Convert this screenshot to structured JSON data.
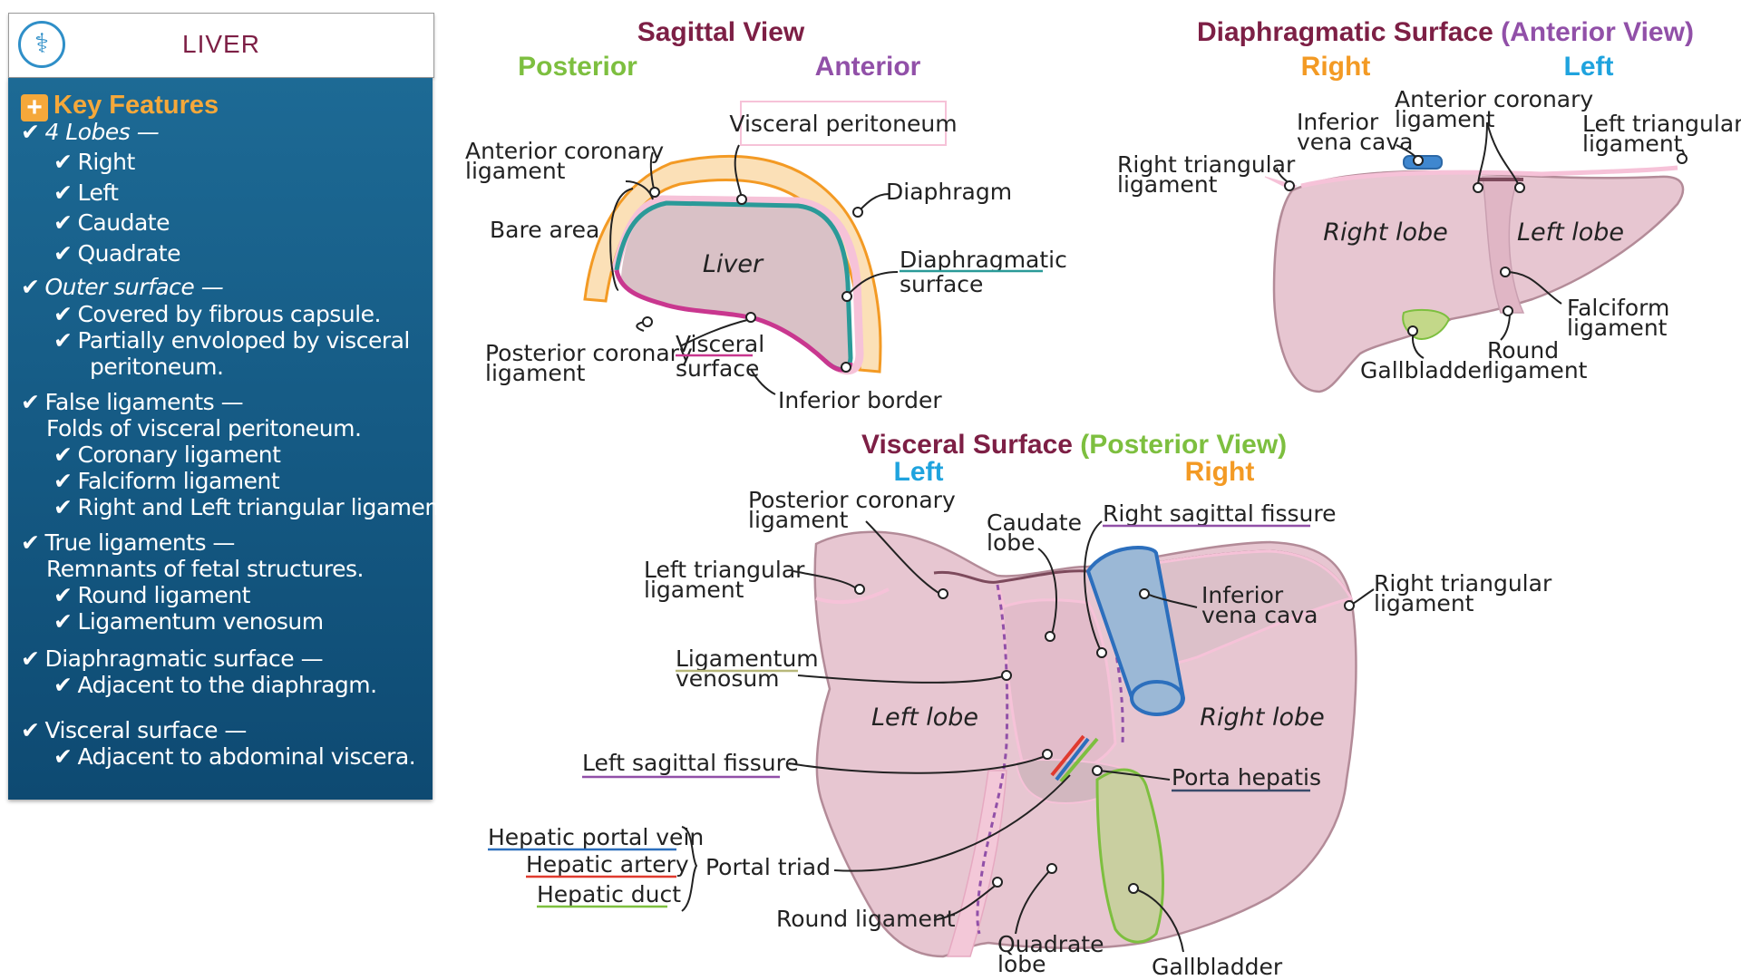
{
  "panel": {
    "title": "LIVER",
    "logo_icon": "caduceus-icon",
    "heading": "Key Features",
    "lines": [
      {
        "level": 0,
        "text": "4 Lobes —",
        "italic": true
      },
      {
        "level": 1,
        "text": "Right",
        "italic": false
      },
      {
        "level": 1,
        "text": "Left",
        "italic": false
      },
      {
        "level": 1,
        "text": "Caudate",
        "italic": false
      },
      {
        "level": 1,
        "text": "Quadrate",
        "italic": false
      },
      {
        "level": 0,
        "text": "Outer surface —",
        "italic": true
      },
      {
        "level": 1,
        "text": "Covered by fibrous capsule.",
        "italic": false
      },
      {
        "level": 1,
        "text": "Partially envoloped by visceral",
        "italic": false
      },
      {
        "level": 2,
        "text": "peritoneum.",
        "italic": false
      },
      {
        "level": 0,
        "text": "False ligaments —",
        "italic": false
      },
      {
        "level": 3,
        "text": "Folds of visceral peritoneum.",
        "italic": false
      },
      {
        "level": 1,
        "text": "Coronary ligament",
        "italic": false
      },
      {
        "level": 1,
        "text": "Falciform ligament",
        "italic": false
      },
      {
        "level": 1,
        "text": "Right and Left triangular ligaments",
        "italic": false
      },
      {
        "level": 0,
        "text": "True ligaments —",
        "italic": false
      },
      {
        "level": 3,
        "text": "Remnants of fetal structures.",
        "italic": false
      },
      {
        "level": 1,
        "text": "Round ligament",
        "italic": false
      },
      {
        "level": 1,
        "text": "Ligamentum venosum",
        "italic": false
      },
      {
        "level": 0,
        "text": "Diaphragmatic surface —",
        "italic": false
      },
      {
        "level": 1,
        "text": "Adjacent to the diaphragm.",
        "italic": false
      },
      {
        "level": 0,
        "text": "Visceral surface —",
        "italic": false
      },
      {
        "level": 1,
        "text": "Adjacent to abdominal viscera.",
        "italic": false
      }
    ]
  },
  "sagittal": {
    "title": "Sagittal View",
    "left_dir": "Posterior",
    "right_dir": "Anterior",
    "labels": {
      "visceral_peritoneum": "Visceral peritoneum",
      "anterior_coronary_1": "Anterior coronary",
      "anterior_coronary_2": "ligament",
      "diaphragm": "Diaphragm",
      "bare_area": "Bare area",
      "liver": "Liver",
      "diaphragmatic_1": "Diaphragmatic",
      "diaphragmatic_2": "surface",
      "posterior_coronary_1": "Posterior coronary",
      "posterior_coronary_2": "ligament",
      "visceral_1": "Visceral",
      "visceral_2": "surface",
      "inferior_border": "Inferior border"
    }
  },
  "anterior_view": {
    "title": "Diaphragmatic Surface",
    "title_suffix": "(Anterior View)",
    "left_dir": "Right",
    "right_dir": "Left",
    "labels": {
      "ivc_1": "Inferior",
      "ivc_2": "vena cava",
      "ant_coronary_1": "Anterior coronary",
      "ant_coronary_2": "ligament",
      "left_tri_1": "Left triangular",
      "left_tri_2": "ligament",
      "right_tri_1": "Right triangular",
      "right_tri_2": "ligament",
      "right_lobe": "Right lobe",
      "left_lobe": "Left lobe",
      "falciform_1": "Falciform",
      "falciform_2": "ligament",
      "round_1": "Round",
      "round_2": "ligament",
      "gallbladder": "Gallbladder"
    }
  },
  "posterior_view": {
    "title": "Visceral Surface",
    "title_suffix": "(Posterior View)",
    "left_dir": "Left",
    "right_dir": "Right",
    "labels": {
      "post_coronary_1": "Posterior coronary",
      "post_coronary_2": "ligament",
      "caudate_1": "Caudate",
      "caudate_2": "lobe",
      "right_sagittal": "Right sagittal fissure",
      "left_tri_1": "Left triangular",
      "left_tri_2": "ligament",
      "ivc_1": "Inferior",
      "ivc_2": "vena cava",
      "right_tri_1": "Right triangular",
      "right_tri_2": "ligament",
      "lig_venosum_1": "Ligamentum",
      "lig_venosum_2": "venosum",
      "left_lobe": "Left lobe",
      "right_lobe": "Right lobe",
      "left_sagittal": "Left sagittal fissure",
      "porta_hepatis": "Porta hepatis",
      "hepatic_portal_vein": "Hepatic portal vein",
      "hepatic_artery": "Hepatic artery",
      "hepatic_duct": "Hepatic duct",
      "portal_triad": "Portal triad",
      "round_ligament": "Round ligament",
      "quadrate_1": "Quadrate",
      "quadrate_2": "lobe",
      "gallbladder": "Gallbladder"
    }
  },
  "colors": {
    "title_maroon": "#7d1f45",
    "green": "#7dbf3f",
    "purple": "#9150a8",
    "orange": "#f39a24",
    "blue": "#1fa3de",
    "liver_fill": "#e7c6d1",
    "liver_stroke": "#7d4a5c",
    "teal": "#2a9a98",
    "magenta": "#c9378f",
    "diaphragm": "#f7c07a"
  }
}
